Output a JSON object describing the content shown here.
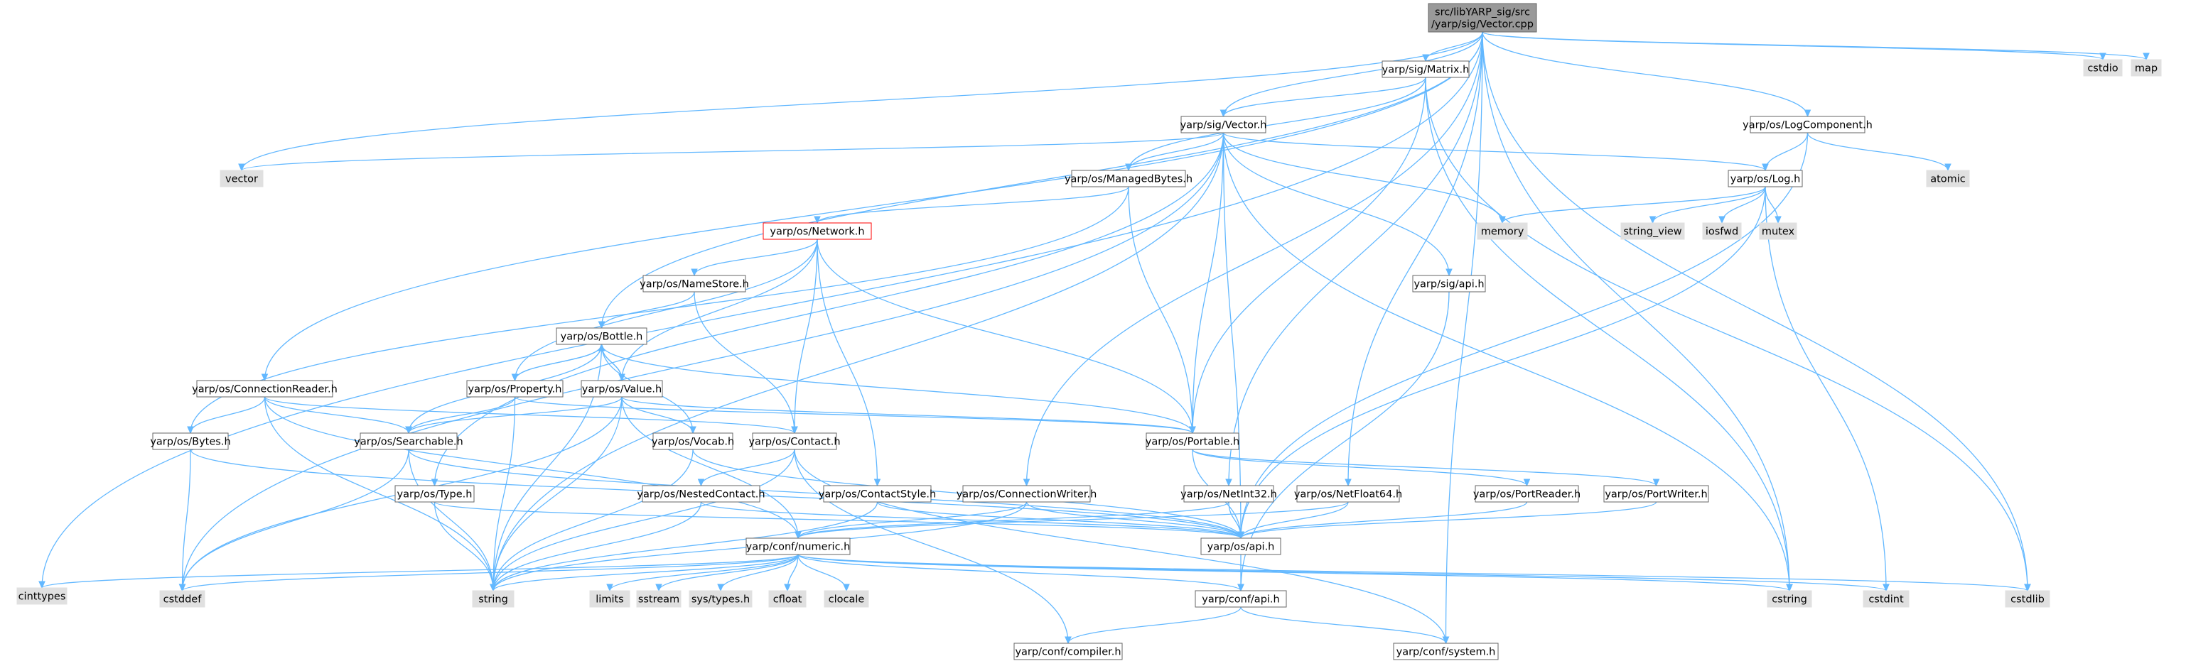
{
  "colors": {
    "edge": "#63b8ff",
    "root_fill": "#999999",
    "root_border": "#666666",
    "local_fill": "#ffffff",
    "local_border": "#666666",
    "system_fill": "#e0e0e0",
    "system_border": "#e0e0e0",
    "highlight_border": "#ff0000"
  },
  "nodes": {
    "root": {
      "lines": [
        "src/libYARP_sig/src",
        "/yarp/sig/Vector.cpp"
      ],
      "kind": "root"
    },
    "cinttypes": {
      "lines": [
        "cinttypes"
      ],
      "kind": "system"
    },
    "cstdio": {
      "lines": [
        "cstdio"
      ],
      "kind": "system"
    },
    "map": {
      "lines": [
        "map"
      ],
      "kind": "system"
    },
    "matrix": {
      "lines": [
        "yarp/sig/Matrix.h"
      ],
      "kind": "local"
    },
    "vector_h": {
      "lines": [
        "yarp/sig/Vector.h"
      ],
      "kind": "local"
    },
    "logcomponent": {
      "lines": [
        "yarp/os/LogComponent.h"
      ],
      "kind": "local"
    },
    "vector": {
      "lines": [
        "vector"
      ],
      "kind": "system"
    },
    "managedbytes": {
      "lines": [
        "yarp/os/ManagedBytes.h"
      ],
      "kind": "local"
    },
    "log": {
      "lines": [
        "yarp/os/Log.h"
      ],
      "kind": "local"
    },
    "atomic": {
      "lines": [
        "atomic"
      ],
      "kind": "system"
    },
    "network": {
      "lines": [
        "yarp/os/Network.h"
      ],
      "kind": "highlight"
    },
    "memory": {
      "lines": [
        "memory"
      ],
      "kind": "system"
    },
    "string_view": {
      "lines": [
        "string_view"
      ],
      "kind": "system"
    },
    "iosfwd": {
      "lines": [
        "iosfwd"
      ],
      "kind": "system"
    },
    "mutex": {
      "lines": [
        "mutex"
      ],
      "kind": "system"
    },
    "namestore": {
      "lines": [
        "yarp/os/NameStore.h"
      ],
      "kind": "local"
    },
    "sigapi": {
      "lines": [
        "yarp/sig/api.h"
      ],
      "kind": "local"
    },
    "bottle": {
      "lines": [
        "yarp/os/Bottle.h"
      ],
      "kind": "local"
    },
    "connectionreader": {
      "lines": [
        "yarp/os/ConnectionReader.h"
      ],
      "kind": "local"
    },
    "property": {
      "lines": [
        "yarp/os/Property.h"
      ],
      "kind": "local"
    },
    "value": {
      "lines": [
        "yarp/os/Value.h"
      ],
      "kind": "local"
    },
    "bytes": {
      "lines": [
        "yarp/os/Bytes.h"
      ],
      "kind": "local"
    },
    "searchable": {
      "lines": [
        "yarp/os/Searchable.h"
      ],
      "kind": "local"
    },
    "vocab": {
      "lines": [
        "yarp/os/Vocab.h"
      ],
      "kind": "local"
    },
    "contact": {
      "lines": [
        "yarp/os/Contact.h"
      ],
      "kind": "local"
    },
    "portable": {
      "lines": [
        "yarp/os/Portable.h"
      ],
      "kind": "local"
    },
    "type": {
      "lines": [
        "yarp/os/Type.h"
      ],
      "kind": "local"
    },
    "nestedcontact": {
      "lines": [
        "yarp/os/NestedContact.h"
      ],
      "kind": "local"
    },
    "contactstyle": {
      "lines": [
        "yarp/os/ContactStyle.h"
      ],
      "kind": "local"
    },
    "connectionwriter": {
      "lines": [
        "yarp/os/ConnectionWriter.h"
      ],
      "kind": "local"
    },
    "netint32": {
      "lines": [
        "yarp/os/NetInt32.h"
      ],
      "kind": "local"
    },
    "netfloat64": {
      "lines": [
        "yarp/os/NetFloat64.h"
      ],
      "kind": "local"
    },
    "portreader": {
      "lines": [
        "yarp/os/PortReader.h"
      ],
      "kind": "local"
    },
    "portwriter": {
      "lines": [
        "yarp/os/PortWriter.h"
      ],
      "kind": "local"
    },
    "numeric": {
      "lines": [
        "yarp/conf/numeric.h"
      ],
      "kind": "local"
    },
    "osapi": {
      "lines": [
        "yarp/os/api.h"
      ],
      "kind": "local"
    },
    "cstddef": {
      "lines": [
        "cstddef"
      ],
      "kind": "system"
    },
    "string": {
      "lines": [
        "string"
      ],
      "kind": "system"
    },
    "limits": {
      "lines": [
        "limits"
      ],
      "kind": "system"
    },
    "sstream": {
      "lines": [
        "sstream"
      ],
      "kind": "system"
    },
    "systypes": {
      "lines": [
        "sys/types.h"
      ],
      "kind": "system"
    },
    "cfloat": {
      "lines": [
        "cfloat"
      ],
      "kind": "system"
    },
    "clocale": {
      "lines": [
        "clocale"
      ],
      "kind": "system"
    },
    "cstring": {
      "lines": [
        "cstring"
      ],
      "kind": "system"
    },
    "cstdint": {
      "lines": [
        "cstdint"
      ],
      "kind": "system"
    },
    "cstdlib": {
      "lines": [
        "cstdlib"
      ],
      "kind": "system"
    },
    "confapi": {
      "lines": [
        "yarp/conf/api.h"
      ],
      "kind": "local"
    },
    "compiler": {
      "lines": [
        "yarp/conf/compiler.h"
      ],
      "kind": "local"
    },
    "system": {
      "lines": [
        "yarp/conf/system.h"
      ],
      "kind": "local"
    }
  },
  "edges": [
    [
      "root",
      "cinttypes"
    ],
    [
      "root",
      "cstdio"
    ],
    [
      "root",
      "map"
    ],
    [
      "root",
      "matrix"
    ],
    [
      "root",
      "vector_h"
    ],
    [
      "root",
      "logcomponent"
    ],
    [
      "root",
      "vector"
    ],
    [
      "root",
      "bottle"
    ],
    [
      "root",
      "connectionreader"
    ],
    [
      "root",
      "connectionwriter"
    ],
    [
      "root",
      "netint32"
    ],
    [
      "root",
      "netfloat64"
    ],
    [
      "root",
      "cstring"
    ],
    [
      "root",
      "cstdlib"
    ],
    [
      "root",
      "system"
    ],
    [
      "matrix",
      "vector_h"
    ],
    [
      "matrix",
      "managedbytes"
    ],
    [
      "matrix",
      "portable"
    ],
    [
      "matrix",
      "cstring"
    ],
    [
      "matrix",
      "cstdlib"
    ],
    [
      "vector_h",
      "vector"
    ],
    [
      "vector_h",
      "managedbytes"
    ],
    [
      "vector_h",
      "memory"
    ],
    [
      "vector_h",
      "sigapi"
    ],
    [
      "vector_h",
      "log"
    ],
    [
      "vector_h",
      "portable"
    ],
    [
      "vector_h",
      "type"
    ],
    [
      "vector_h",
      "cstddef"
    ],
    [
      "vector_h",
      "string"
    ],
    [
      "vector_h",
      "cstring"
    ],
    [
      "vector_h",
      "osapi"
    ],
    [
      "logcomponent",
      "atomic"
    ],
    [
      "logcomponent",
      "log"
    ],
    [
      "logcomponent",
      "osapi"
    ],
    [
      "log",
      "memory"
    ],
    [
      "log",
      "string_view"
    ],
    [
      "log",
      "iosfwd"
    ],
    [
      "log",
      "mutex"
    ],
    [
      "log",
      "cstdint"
    ],
    [
      "log",
      "osapi"
    ],
    [
      "managedbytes",
      "network"
    ],
    [
      "managedbytes",
      "bytes"
    ],
    [
      "managedbytes",
      "portable"
    ],
    [
      "network",
      "namestore"
    ],
    [
      "network",
      "property"
    ],
    [
      "network",
      "value"
    ],
    [
      "network",
      "contact"
    ],
    [
      "network",
      "contactstyle"
    ],
    [
      "network",
      "portable"
    ],
    [
      "namestore",
      "bottle"
    ],
    [
      "namestore",
      "contact"
    ],
    [
      "sigapi",
      "confapi"
    ],
    [
      "bottle",
      "property"
    ],
    [
      "bottle",
      "value"
    ],
    [
      "bottle",
      "searchable"
    ],
    [
      "bottle",
      "vocab"
    ],
    [
      "bottle",
      "portable"
    ],
    [
      "bottle",
      "string"
    ],
    [
      "property",
      "bottle"
    ],
    [
      "property",
      "searchable"
    ],
    [
      "property",
      "portable"
    ],
    [
      "property",
      "string"
    ],
    [
      "value",
      "bottle"
    ],
    [
      "value",
      "searchable"
    ],
    [
      "value",
      "vocab"
    ],
    [
      "value",
      "portable"
    ],
    [
      "value",
      "numeric"
    ],
    [
      "value",
      "string"
    ],
    [
      "value",
      "cstddef"
    ],
    [
      "connectionreader",
      "bytes"
    ],
    [
      "connectionreader",
      "searchable"
    ],
    [
      "connectionreader",
      "contact"
    ],
    [
      "connectionreader",
      "string"
    ],
    [
      "connectionreader",
      "numeric"
    ],
    [
      "bytes",
      "cstddef"
    ],
    [
      "bytes",
      "osapi"
    ],
    [
      "searchable",
      "string"
    ],
    [
      "searchable",
      "osapi"
    ],
    [
      "searchable",
      "cstddef"
    ],
    [
      "vocab",
      "string"
    ],
    [
      "vocab",
      "osapi"
    ],
    [
      "contact",
      "nestedcontact"
    ],
    [
      "contact",
      "string"
    ],
    [
      "contact",
      "compiler"
    ],
    [
      "contact",
      "system"
    ],
    [
      "portable",
      "portreader"
    ],
    [
      "portable",
      "portwriter"
    ],
    [
      "portable",
      "osapi"
    ],
    [
      "portreader",
      "osapi"
    ],
    [
      "portwriter",
      "osapi"
    ],
    [
      "type",
      "string"
    ],
    [
      "type",
      "osapi"
    ],
    [
      "nestedcontact",
      "string"
    ],
    [
      "nestedcontact",
      "osapi"
    ],
    [
      "contactstyle",
      "string"
    ],
    [
      "contactstyle",
      "osapi"
    ],
    [
      "connectionwriter",
      "numeric"
    ],
    [
      "connectionwriter",
      "string"
    ],
    [
      "connectionwriter",
      "osapi"
    ],
    [
      "netint32",
      "numeric"
    ],
    [
      "netint32",
      "osapi"
    ],
    [
      "netfloat64",
      "numeric"
    ],
    [
      "netfloat64",
      "osapi"
    ],
    [
      "numeric",
      "cinttypes"
    ],
    [
      "numeric",
      "cstddef"
    ],
    [
      "numeric",
      "string"
    ],
    [
      "numeric",
      "limits"
    ],
    [
      "numeric",
      "sstream"
    ],
    [
      "numeric",
      "systypes"
    ],
    [
      "numeric",
      "cfloat"
    ],
    [
      "numeric",
      "clocale"
    ],
    [
      "numeric",
      "cstring"
    ],
    [
      "numeric",
      "cstdint"
    ],
    [
      "numeric",
      "cstdlib"
    ],
    [
      "numeric",
      "confapi"
    ],
    [
      "osapi",
      "confapi"
    ],
    [
      "confapi",
      "compiler"
    ],
    [
      "confapi",
      "system"
    ]
  ]
}
